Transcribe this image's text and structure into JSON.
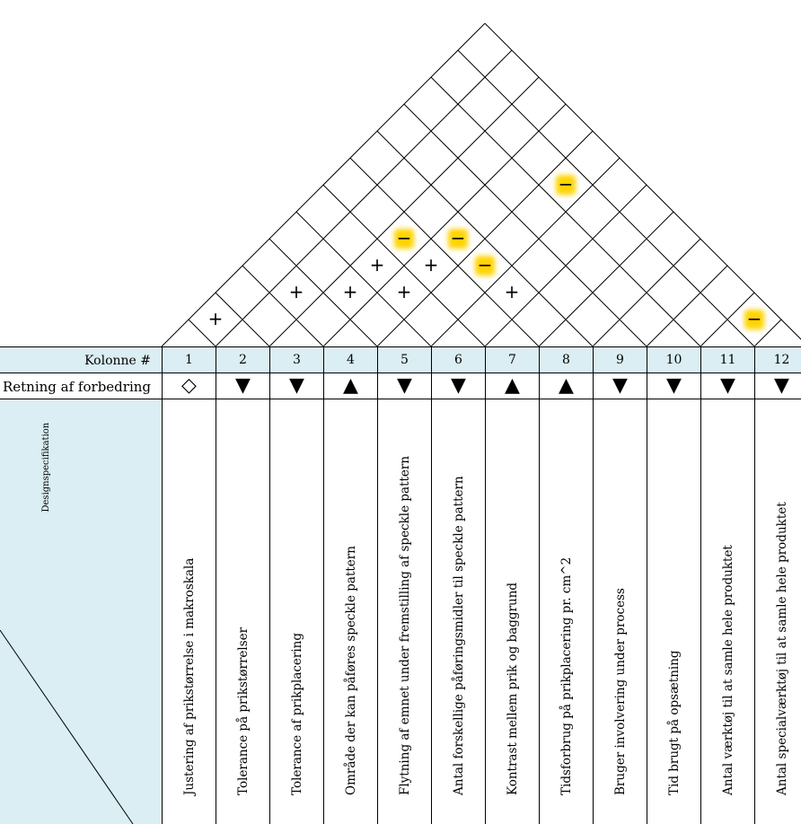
{
  "header": {
    "column_label": "Kolonne #",
    "direction_label": "Retning af forbedring",
    "spec_label": "Designspecifikation"
  },
  "columns": [
    {
      "num": "1",
      "dir": "◇",
      "spec": "Justering af prikstørrelse i makroskala"
    },
    {
      "num": "2",
      "dir": "▼",
      "spec": "Tolerance på prikstørrelser"
    },
    {
      "num": "3",
      "dir": "▼",
      "spec": "Tolerance af prikplacering"
    },
    {
      "num": "4",
      "dir": "▲",
      "spec": "Område der kan påføres speckle pattern"
    },
    {
      "num": "5",
      "dir": "▼",
      "spec": "Flytning af emnet under fremstilling af speckle pattern"
    },
    {
      "num": "6",
      "dir": "▼",
      "spec": "Antal forskellige påføringsmidler til speckle pattern"
    },
    {
      "num": "7",
      "dir": "▲",
      "spec": "Kontrast mellem prik og baggrund"
    },
    {
      "num": "8",
      "dir": "▲",
      "spec": "Tidsforbrug på prikplacering pr. cm^2"
    },
    {
      "num": "9",
      "dir": "▼",
      "spec": "Bruger involvering under process"
    },
    {
      "num": "10",
      "dir": "▼",
      "spec": "Tid brugt på opsætning"
    },
    {
      "num": "11",
      "dir": "▼",
      "spec": "Antal værktøj til at samle hele produktet"
    },
    {
      "num": "12",
      "dir": "▼",
      "spec": "Antal specialværktøj til at samle hele produktet"
    }
  ],
  "correlations": [
    {
      "cols": [
        1,
        2
      ],
      "symbol": "+",
      "highlight": false
    },
    {
      "cols": [
        2,
        4
      ],
      "symbol": "+",
      "highlight": false
    },
    {
      "cols": [
        3,
        5
      ],
      "symbol": "+",
      "highlight": false
    },
    {
      "cols": [
        3,
        6
      ],
      "symbol": "+",
      "highlight": false
    },
    {
      "cols": [
        3,
        7
      ],
      "symbol": "−",
      "highlight": true
    },
    {
      "cols": [
        4,
        6
      ],
      "symbol": "+",
      "highlight": false
    },
    {
      "cols": [
        4,
        7
      ],
      "symbol": "+",
      "highlight": false
    },
    {
      "cols": [
        4,
        8
      ],
      "symbol": "−",
      "highlight": true
    },
    {
      "cols": [
        5,
        8
      ],
      "symbol": "−",
      "highlight": true
    },
    {
      "cols": [
        5,
        11
      ],
      "symbol": "−",
      "highlight": true
    },
    {
      "cols": [
        6,
        8
      ],
      "symbol": "+",
      "highlight": false
    },
    {
      "cols": [
        11,
        12
      ],
      "symbol": "−",
      "highlight": true
    }
  ],
  "colors": {
    "header_fill": "#daeef3",
    "highlight": "#ffd400",
    "line": "#000000"
  }
}
